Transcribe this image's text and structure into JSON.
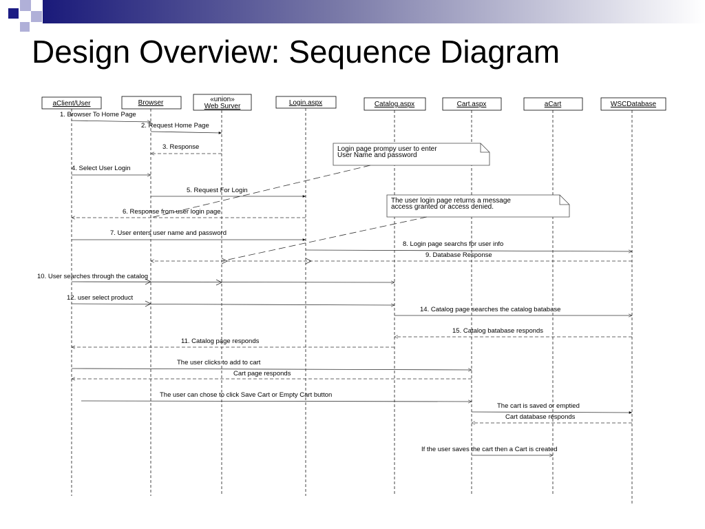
{
  "title": "Design Overview: Sequence Diagram",
  "colors": {
    "banner_dark": "#1a1a7a",
    "banner_square": "#1c1c84",
    "banner_light": "#b0b0d8",
    "line": "#333333"
  },
  "participants": [
    {
      "label": "aClient/User"
    },
    {
      "stereotype": "«union»",
      "label": "Web Surver"
    },
    {
      "label": "Browser"
    },
    {
      "label": "Login.aspx"
    },
    {
      "label": "Catalog.aspx"
    },
    {
      "label": "Cart.aspx"
    },
    {
      "label": "aCart"
    },
    {
      "label": "WSCDatabase"
    }
  ],
  "messages": [
    {
      "label": "1. Browser To Home Page",
      "from": "aClient/User",
      "to": "Browser",
      "style": "solid"
    },
    {
      "label": "2. Request Home Page",
      "from": "Browser",
      "to": "Web Surver",
      "style": "solid"
    },
    {
      "label": "3. Response",
      "from": "Web Surver",
      "to": "Browser",
      "style": "dashed"
    },
    {
      "label": "4. Select User Login",
      "from": "aClient/User",
      "to": "Browser",
      "style": "solid"
    },
    {
      "label": "5. Request For Login",
      "from": "Browser",
      "to": "Login.aspx",
      "style": "solid"
    },
    {
      "label": "6. Response from user login page",
      "from": "Login.aspx",
      "to": "aClient/User",
      "style": "dashed"
    },
    {
      "label": "7. User enters user name and password",
      "from": "aClient/User",
      "to": "Login.aspx",
      "style": "solid"
    },
    {
      "label": "8. Login page searchs for user info",
      "from": "Login.aspx",
      "to": "WSCDatabase",
      "style": "solid"
    },
    {
      "label": "9. Database Response",
      "from": "WSCDatabase",
      "to": "Browser",
      "style": "dashed"
    },
    {
      "label": "10. User searches through the catalog",
      "from": "aClient/User",
      "to": "Catalog.aspx",
      "style": "solid"
    },
    {
      "label": "12. user select product",
      "from": "aClient/User",
      "to": "Catalog.aspx",
      "style": "solid"
    },
    {
      "label": "14. Catalog page searches the catalog batabase",
      "from": "Catalog.aspx",
      "to": "WSCDatabase",
      "style": "solid"
    },
    {
      "label": "15. Catalog batabase responds",
      "from": "WSCDatabase",
      "to": "Catalog.aspx",
      "style": "dashed"
    },
    {
      "label": "11. Catalog page responds",
      "from": "Catalog.aspx",
      "to": "aClient/User",
      "style": "dashed"
    },
    {
      "label": "The user clicks to add to cart",
      "from": "aClient/User",
      "to": "Cart.aspx",
      "style": "solid"
    },
    {
      "label": "Cart page responds",
      "from": "Cart.aspx",
      "to": "aClient/User",
      "style": "dashed"
    },
    {
      "label": "The user can chose to click Save Cart or  Empty Cart button",
      "from": "aClient/User",
      "to": "Cart.aspx",
      "style": "solid"
    },
    {
      "label": "The cart is saved or emptied",
      "from": "Cart.aspx",
      "to": "WSCDatabase",
      "style": "solid"
    },
    {
      "label": "Cart database responds",
      "from": "WSCDatabase",
      "to": "Cart.aspx",
      "style": "dashed"
    },
    {
      "label": "If the user saves the cart then a Cart is created",
      "from": "Cart.aspx",
      "to": "aCart",
      "style": "solid"
    }
  ],
  "notes": [
    {
      "lines": [
        "Login page prompy user to enter",
        "User Name and password"
      ]
    },
    {
      "lines": [
        "The user login page returns a message",
        "access granted or access denied."
      ]
    }
  ]
}
